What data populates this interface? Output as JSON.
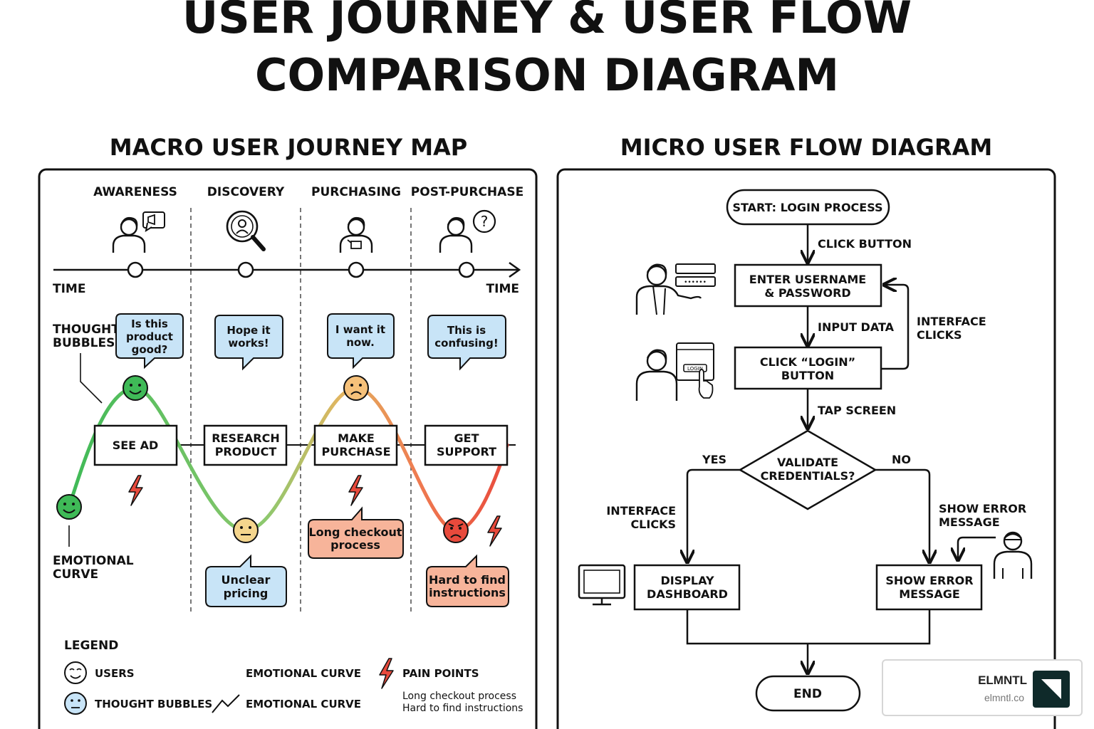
{
  "title_line1": "USER JOURNEY & USER FLOW",
  "title_line2": "COMPARISON DIAGRAM",
  "journey": {
    "heading": "MACRO USER JOURNEY MAP",
    "stages": [
      "AWARENESS",
      "DISCOVERY",
      "PURCHASING",
      "POST-PURCHASE"
    ],
    "time_left": "TIME",
    "time_right": "TIME",
    "thought_label": [
      "THOUGHT",
      "BUBBLES"
    ],
    "thoughts": [
      [
        "Is this",
        "product",
        "good?"
      ],
      [
        "Hope it",
        "works!"
      ],
      [
        "I want it",
        "now."
      ],
      [
        "This is",
        "confusing!"
      ]
    ],
    "steps": [
      [
        "SEE AD"
      ],
      [
        "RESEARCH",
        "PRODUCT"
      ],
      [
        "MAKE",
        "PURCHASE"
      ],
      [
        "GET",
        "SUPPORT"
      ]
    ],
    "emotion_label": [
      "EMOTIONAL",
      "CURVE"
    ],
    "pains": [
      [
        "Unclear",
        "pricing"
      ],
      [
        "Long checkout",
        "process"
      ],
      [
        "Hard to find",
        "instructions"
      ]
    ],
    "legend": {
      "title": "LEGEND",
      "users": "USERS",
      "thought_bubbles": "THOUGHT BUBBLES",
      "emotional_curve_1": "EMOTIONAL CURVE",
      "emotional_curve_2": "EMOTIONAL CURVE",
      "pain_points": "PAIN POINTS",
      "pain_1": "Long checkout process",
      "pain_2": "Hard to find instructions"
    }
  },
  "flow": {
    "heading": "MICRO USER FLOW DIAGRAM",
    "start": "START: LOGIN PROCESS",
    "click_button": "CLICK BUTTON",
    "enter": [
      "ENTER USERNAME",
      "& PASSWORD"
    ],
    "input_data": "INPUT DATA",
    "interface_clicks_top": [
      "INTERFACE",
      "CLICKS"
    ],
    "click_login": [
      "CLICK “LOGIN”",
      "BUTTON"
    ],
    "tap_screen": "TAP SCREEN",
    "decision": [
      "VALIDATE",
      "CREDENTIALS?"
    ],
    "yes": "YES",
    "no": "NO",
    "interface_clicks_left": [
      "INTERFACE",
      "CLICKS"
    ],
    "show_error_label": [
      "SHOW ERROR",
      "MESSAGE"
    ],
    "dashboard": [
      "DISPLAY",
      "DASHBOARD"
    ],
    "error_box": [
      "SHOW ERROR",
      "MESSAGE"
    ],
    "end": "END",
    "login_key_text": "LOGIN"
  },
  "badge": {
    "title": "ELMNTL",
    "subtitle": "elmntl.co"
  },
  "colors": {
    "green": "#3fba57",
    "yellow": "#f4d58d",
    "orange": "#f6a87a",
    "red": "#e84a3c",
    "bubble_blue": "#c8e4f7",
    "pain_orange": "#f7b49a",
    "ink": "#111111"
  }
}
